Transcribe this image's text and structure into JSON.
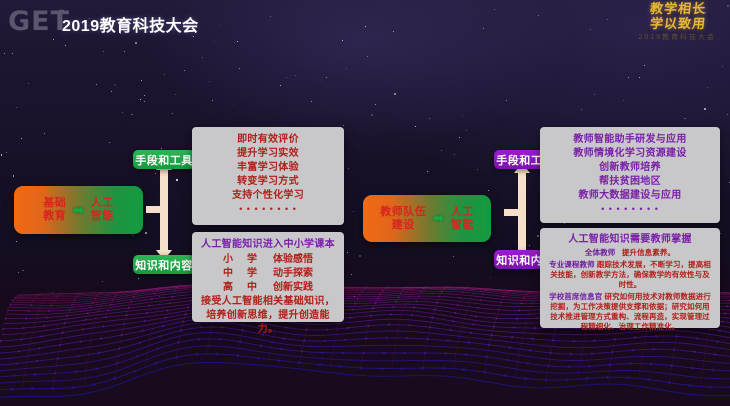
{
  "header": {
    "logo_text": "GET",
    "logo_sup": "••",
    "title": "2019教育科技大会",
    "calligraphy_line1": "教学相长",
    "calligraphy_line2": "学以致用",
    "calligraphy_sub": "2019教育科技大会"
  },
  "left_branch": {
    "source_label": "基础\n教育",
    "arrow": "⬌",
    "target_label": "人工\n智能",
    "chip_top": "手段和工具",
    "chip_bottom": "知识和内容",
    "panel_top": {
      "lines": [
        "即时有效评价",
        "提升学习实效",
        "丰富学习体验",
        "转变学习方式",
        "支持个性化学习"
      ],
      "dots": "• • • • • • • •"
    },
    "panel_bottom": {
      "title": "人工智能知识进入中小学课本",
      "rows": [
        {
          "stage": "小 学",
          "desc": "体验感悟"
        },
        {
          "stage": "中 学",
          "desc": "动手探索"
        },
        {
          "stage": "高 中",
          "desc": "创新实践"
        }
      ],
      "footer_line1": "接受人工智能相关基础知识，",
      "footer_line2": "培养创新思维，提升创造能",
      "footer_line3": "力。"
    }
  },
  "right_branch": {
    "source_label": "教师队伍\n建设",
    "arrow": "⬌",
    "target_label": "人工\n智能",
    "chip_top": "手段和工具",
    "chip_bottom": "知识和内容",
    "panel_top": {
      "lines": [
        "教师智能助手研发与应用",
        "教师情境化学习资源建设",
        "创新教师培养",
        "帮扶贫困地区",
        "教师大数据建设与应用"
      ],
      "dots": "• • • • • • • •"
    },
    "panel_bottom": {
      "title": "人工智能知识需要教师掌握",
      "items": [
        {
          "key": "全体教师",
          "text": "提升信息素养。"
        },
        {
          "key": "专业课程教师",
          "text": "跟踪技术发展，不断学习，提高相关技能，创新教学方法，确保教学的有效性与及时性。"
        },
        {
          "key": "学校首席信息官",
          "text": "研究如何用技术对教师数据进行挖掘，为工作决策提供支撑和依据；研究如何用技术推进管理方式重构、流程再造，实现管理过程精细化、治理工作精准化。"
        }
      ]
    }
  },
  "colors": {
    "chip_green": "#1f9f43",
    "chip_purple": "#8f17c2",
    "panel_bg": "#c8c8cb",
    "text_red": "#b02018",
    "text_purple": "#7a1fa8",
    "gradient_start": "#f26a13",
    "gradient_end": "#139b3e",
    "gold": "#e8b736"
  }
}
